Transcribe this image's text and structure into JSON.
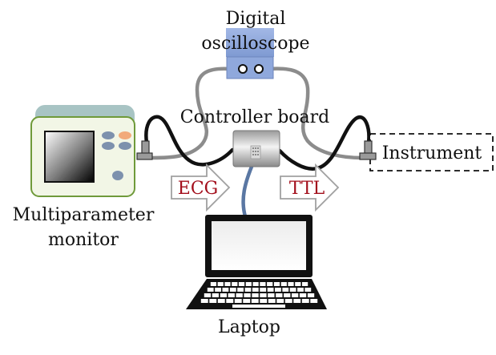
{
  "labels": {
    "oscilloscope_line1": "Digital",
    "oscilloscope_line2": "oscilloscope",
    "controller": "Controller board",
    "monitor_line1": "Multiparameter",
    "monitor_line2": "monitor",
    "instrument": "Instrument",
    "laptop": "Laptop",
    "ecg": "ECG",
    "ttl": "TTL"
  },
  "colors": {
    "signal_text": "#a30f1c",
    "scope_body": "#8aa6dc",
    "monitor_panel": "#f2f6e6",
    "monitor_border": "#6f9a3a",
    "cable_dark": "#111111",
    "cable_grey": "#8c8c8c",
    "cable_blue": "#5a77a3"
  },
  "icons": {
    "oscilloscope": "oscilloscope-icon",
    "monitor": "patient-monitor-icon",
    "controller": "circuit-board-icon",
    "laptop": "laptop-icon"
  }
}
